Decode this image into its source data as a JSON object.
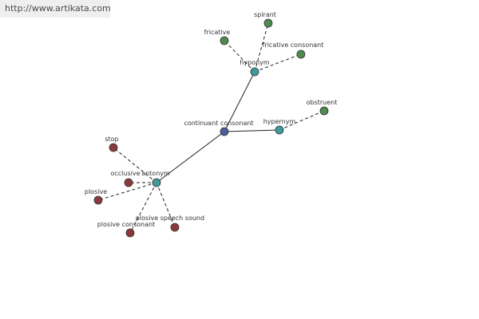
{
  "watermark": {
    "url_text": "http://www.artikata.com"
  },
  "colors": {
    "center": "#4a5fa0",
    "relation": "#3f9a9a",
    "synonym_green": "#4f8a4f",
    "antonym_red": "#8a3a3a"
  },
  "graph": {
    "center": {
      "label": "continuant consonant"
    },
    "relations": {
      "hyponym": "hyponym",
      "hypernym": "hypernym",
      "antonym": "antonym"
    },
    "hyponym_terms": {
      "spirant": "spirant",
      "fricative": "fricative",
      "fricative_consonant": "fricative consonant"
    },
    "hypernym_terms": {
      "obstruent": "obstruent"
    },
    "antonym_terms": {
      "stop": "stop",
      "occlusive": "occlusive",
      "plosive": "plosive",
      "plosive_consonant": "plosive consonant",
      "plosive_speech_sound": "plosive speech sound"
    }
  }
}
